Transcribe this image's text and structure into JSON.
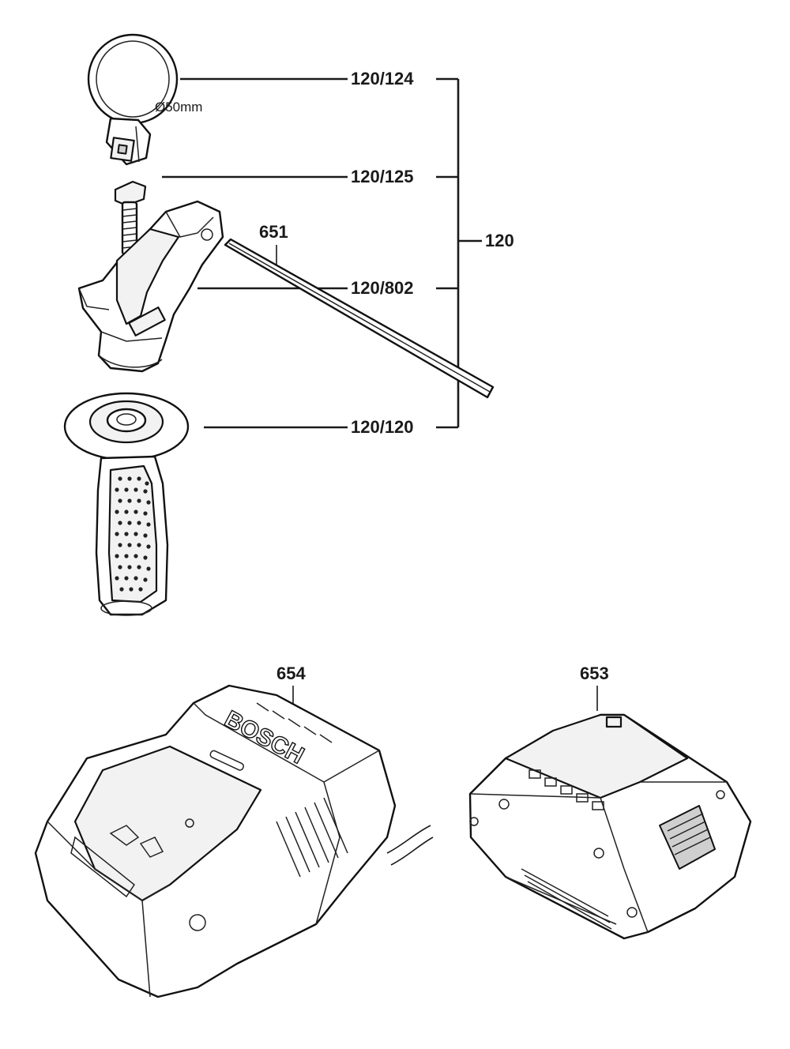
{
  "labels": {
    "clamp_band": "120/124",
    "screw": "120/125",
    "handle_head": "120/802",
    "rod": "651",
    "assembly": "120",
    "grip": "120/120",
    "charger": "654",
    "battery": "653"
  },
  "dimension_note": "Ø50mm",
  "logo_text": "BOSCH",
  "colors": {
    "ink": "#1a1a1a",
    "background": "#ffffff"
  }
}
